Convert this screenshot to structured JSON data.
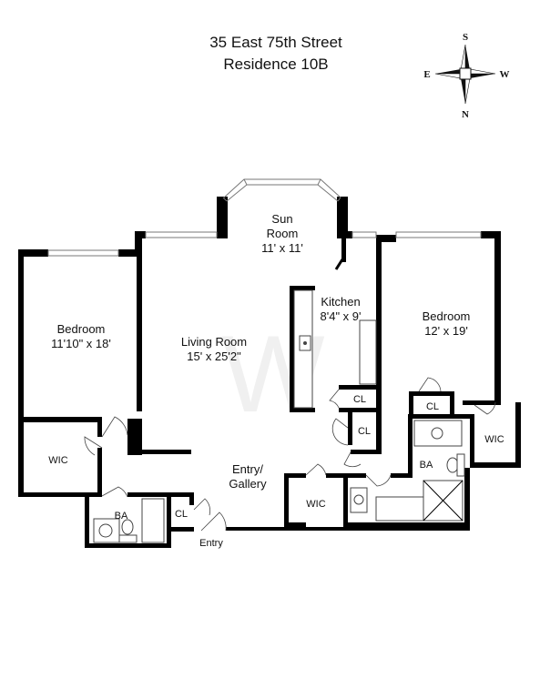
{
  "title": {
    "line1": "35 East 75th Street",
    "line2": "Residence 10B"
  },
  "compass": {
    "north": "N",
    "south": "S",
    "east": "E",
    "west": "W"
  },
  "watermark": "W",
  "rooms": {
    "sun_room": {
      "name1": "Sun",
      "name2": "Room",
      "size": "11' x 11'"
    },
    "kitchen": {
      "name": "Kitchen",
      "size": "8'4\" x 9'"
    },
    "bedroom_right": {
      "name": "Bedroom",
      "size": "12' x 19'"
    },
    "bedroom_left": {
      "name": "Bedroom",
      "size": "11'10\" x 18'"
    },
    "living_room": {
      "name": "Living Room",
      "size": "15' x 25'2\""
    },
    "entry_gallery": {
      "line1": "Entry/",
      "line2": "Gallery"
    },
    "wic_left": "WIC",
    "wic_center": "WIC",
    "wic_right": "WIC",
    "ba_left": "BA",
    "ba_right": "BA",
    "cl_kitchen_top": "CL",
    "cl_kitchen_bottom": "CL",
    "cl_right": "CL",
    "cl_entry": "CL",
    "entry": "Entry"
  }
}
